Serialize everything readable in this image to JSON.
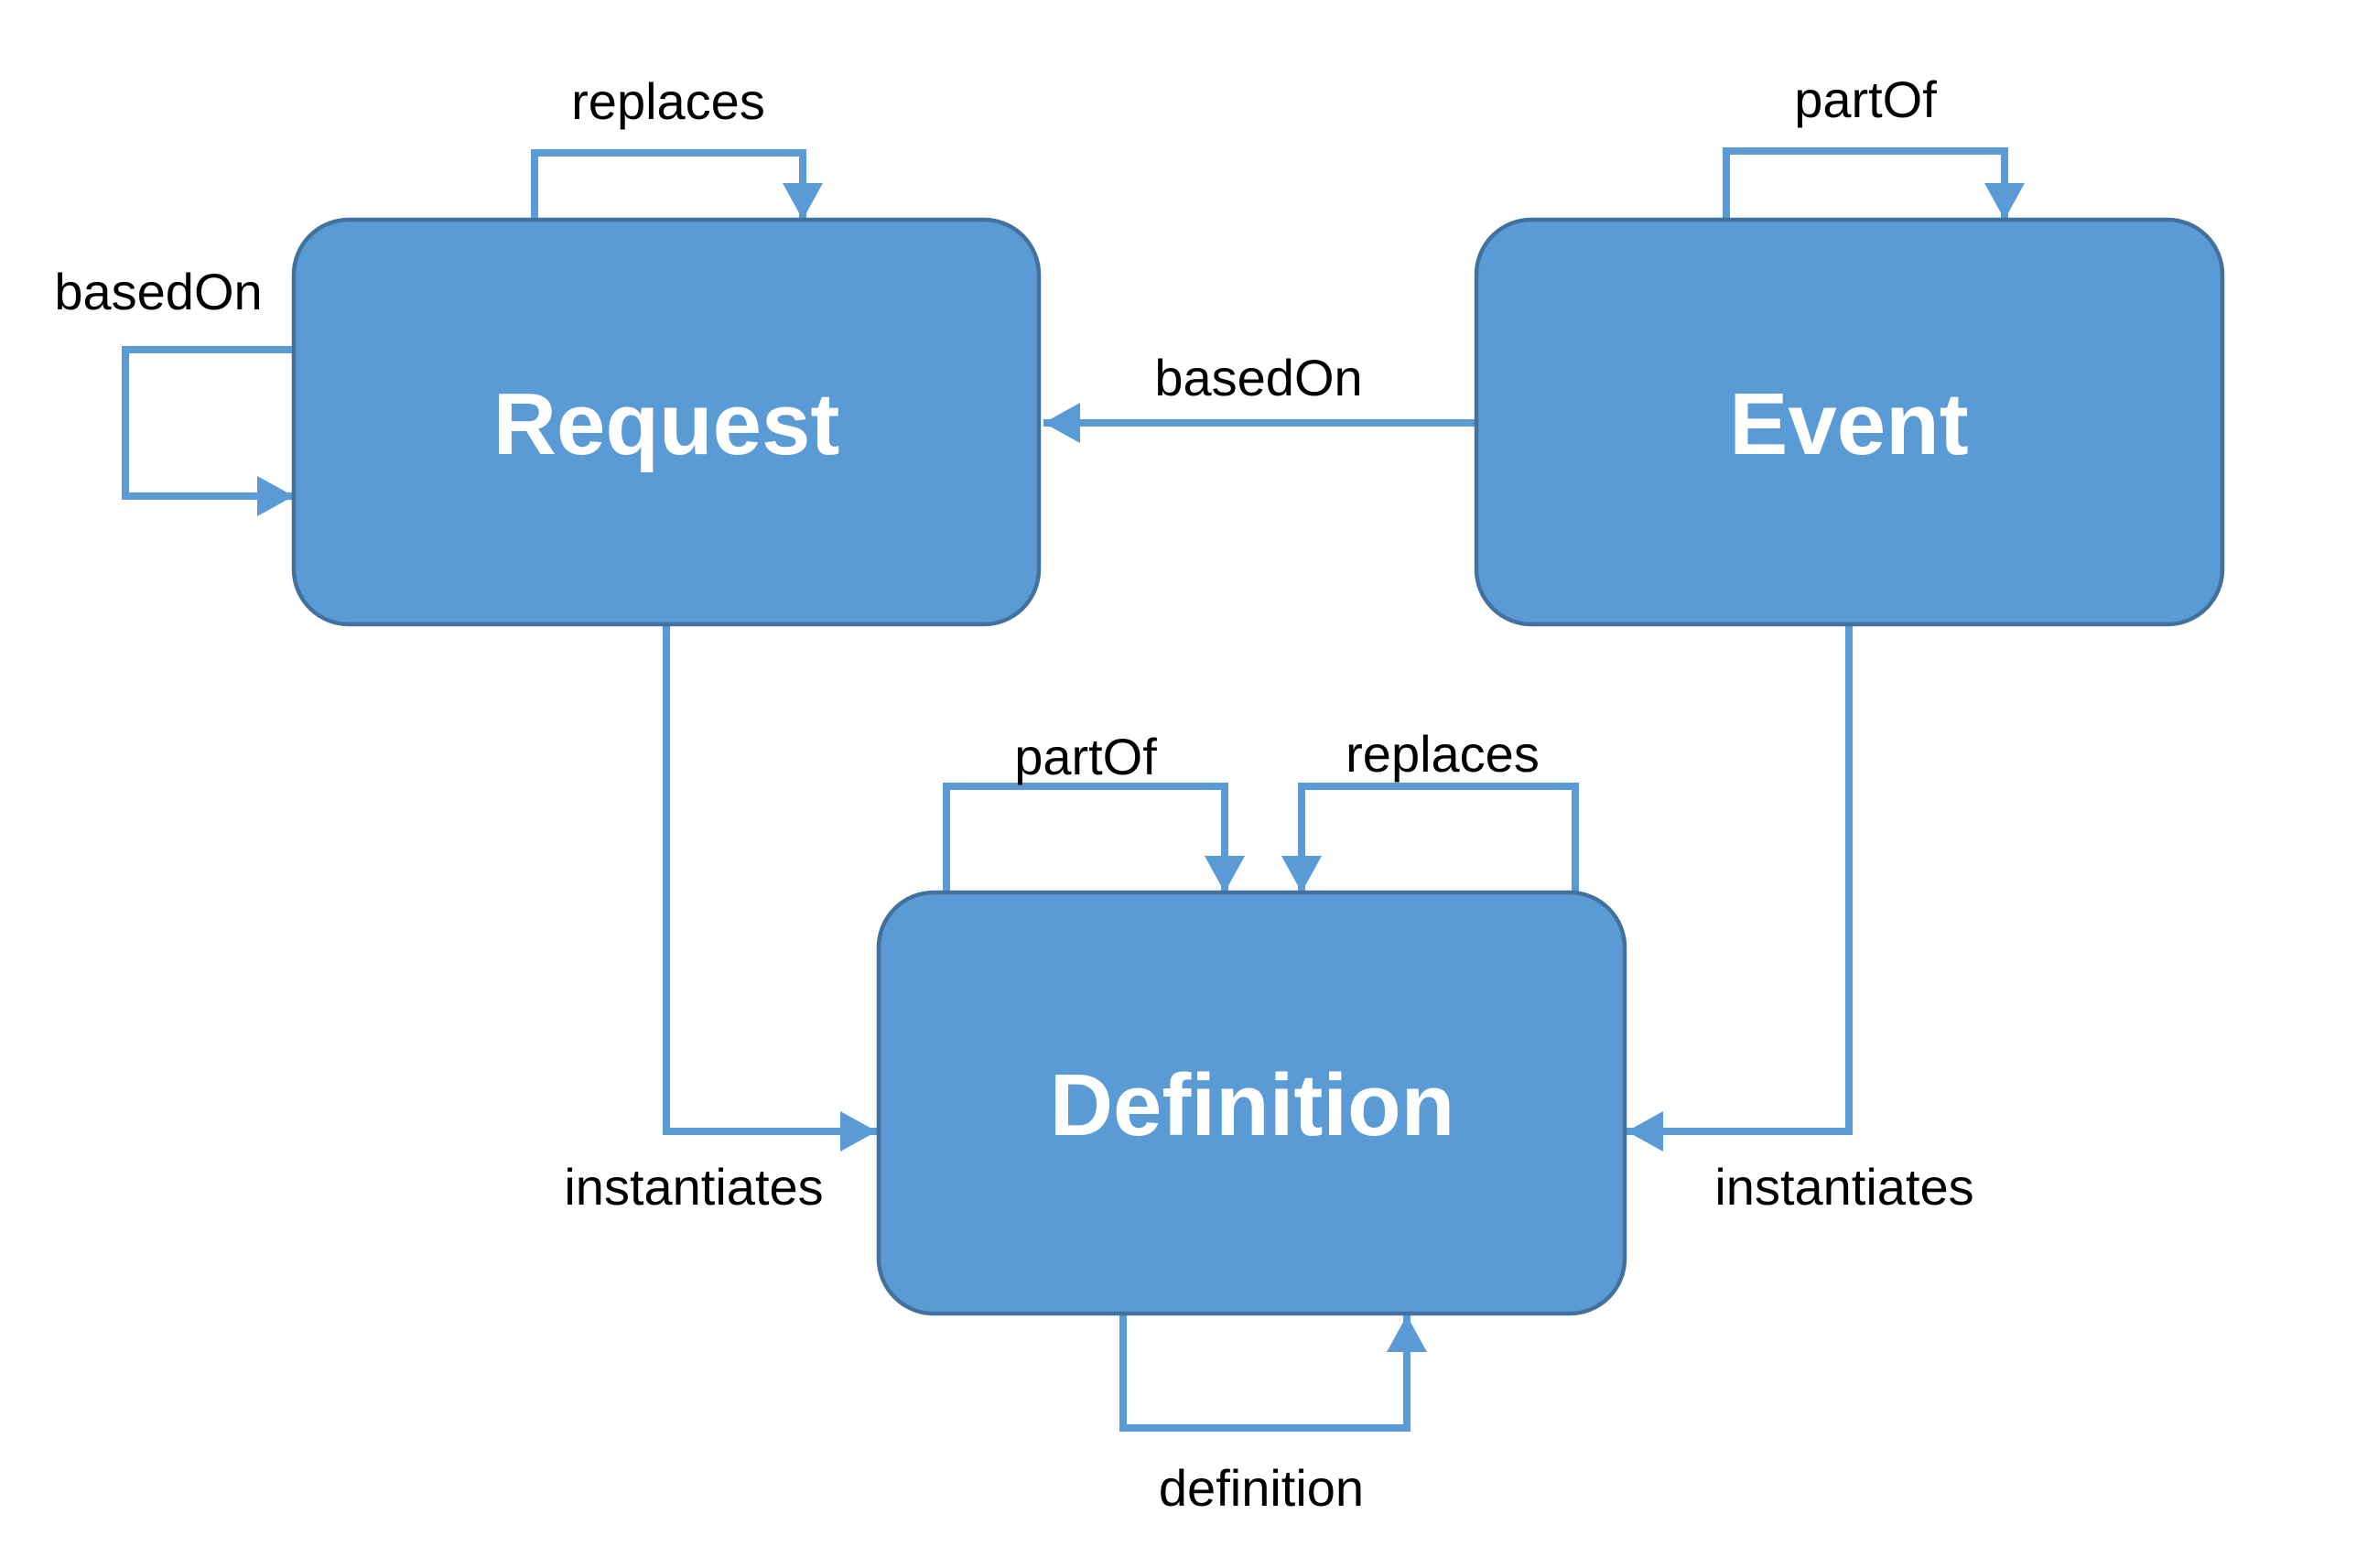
{
  "diagram": {
    "colors": {
      "node_fill": "#5B9BD5",
      "node_border": "#41719C",
      "edge": "#5B9BD5",
      "node_text": "#FFFFFF",
      "label_text": "#000000",
      "background": "#FFFFFF"
    },
    "nodes": [
      {
        "id": "request",
        "label": "Request"
      },
      {
        "id": "event",
        "label": "Event"
      },
      {
        "id": "definition",
        "label": "Definition"
      }
    ],
    "edges": [
      {
        "id": "request-replaces-self",
        "label": "replaces",
        "from": "Request",
        "to": "Request"
      },
      {
        "id": "request-basedon-self",
        "label": "basedOn",
        "from": "Request",
        "to": "Request"
      },
      {
        "id": "event-partof-self",
        "label": "partOf",
        "from": "Event",
        "to": "Event"
      },
      {
        "id": "event-basedon-request",
        "label": "basedOn",
        "from": "Event",
        "to": "Request"
      },
      {
        "id": "request-instantiates-definition",
        "label": "instantiates",
        "from": "Request",
        "to": "Definition"
      },
      {
        "id": "event-instantiates-definition",
        "label": "instantiates",
        "from": "Event",
        "to": "Definition"
      },
      {
        "id": "definition-partof-self",
        "label": "partOf",
        "from": "Definition",
        "to": "Definition"
      },
      {
        "id": "definition-replaces-self",
        "label": "replaces",
        "from": "Definition",
        "to": "Definition"
      },
      {
        "id": "definition-definition-self",
        "label": "definition",
        "from": "Definition",
        "to": "Definition"
      }
    ]
  }
}
